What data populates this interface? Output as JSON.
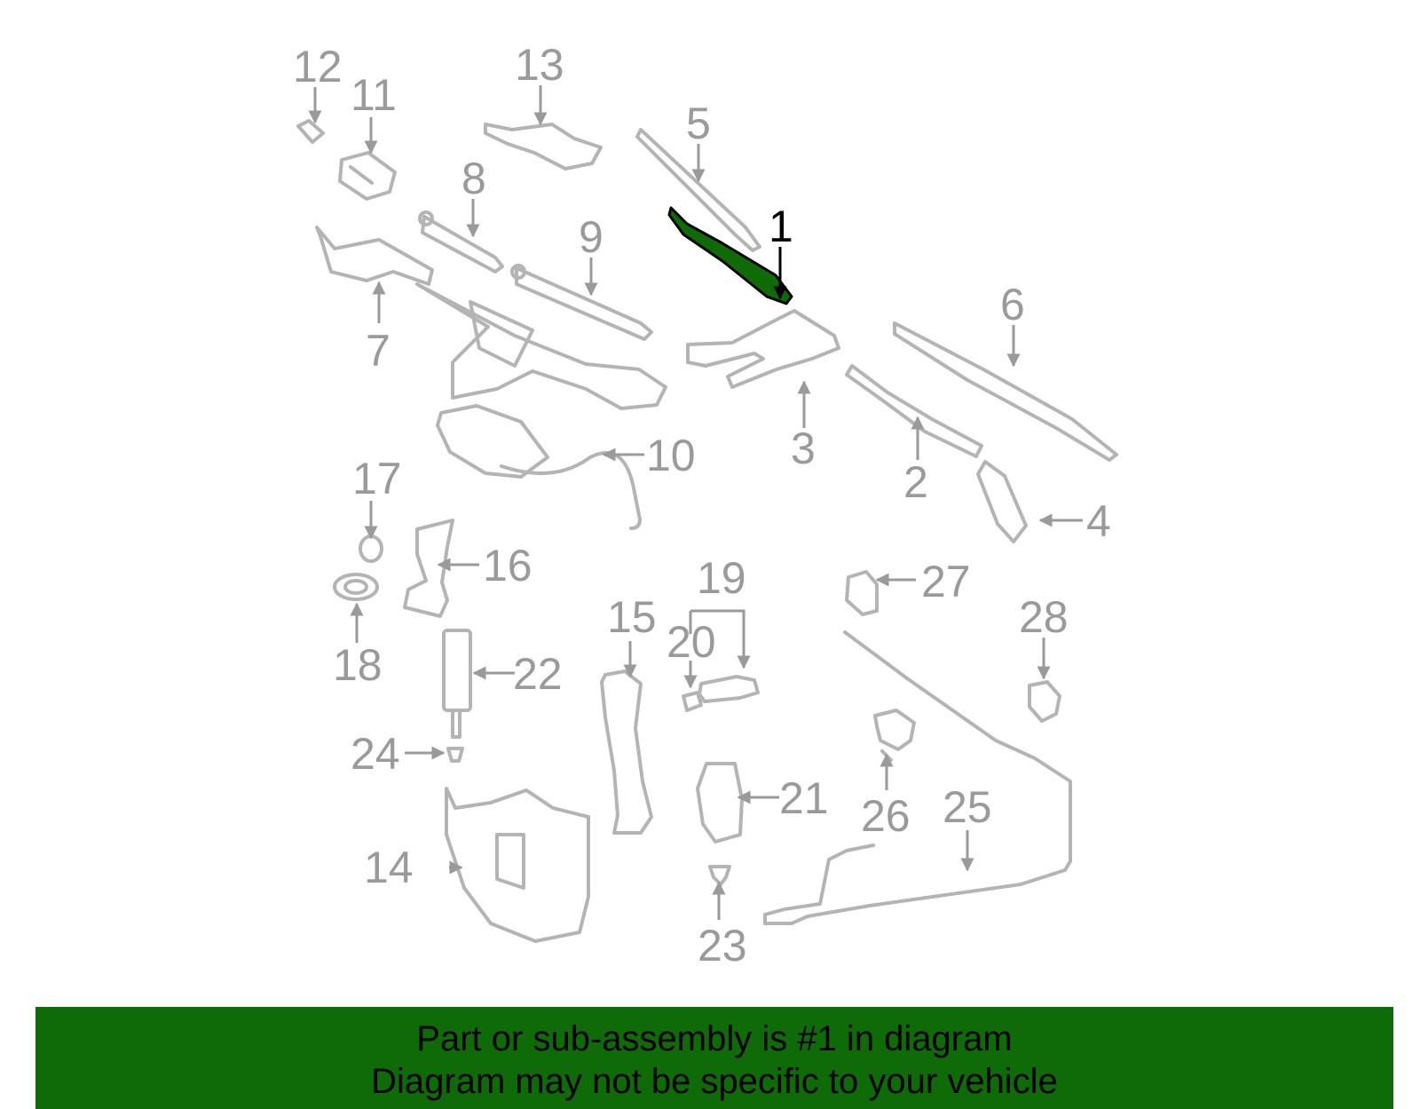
{
  "highlight_color": "#0f6b08",
  "selected_part": "1",
  "callouts": [
    {
      "id": "c1",
      "label": "1"
    },
    {
      "id": "c2",
      "label": "2"
    },
    {
      "id": "c3",
      "label": "3"
    },
    {
      "id": "c4",
      "label": "4"
    },
    {
      "id": "c5",
      "label": "5"
    },
    {
      "id": "c6",
      "label": "6"
    },
    {
      "id": "c7",
      "label": "7"
    },
    {
      "id": "c8",
      "label": "8"
    },
    {
      "id": "c9",
      "label": "9"
    },
    {
      "id": "c10",
      "label": "10"
    },
    {
      "id": "c11",
      "label": "11"
    },
    {
      "id": "c12",
      "label": "12"
    },
    {
      "id": "c13",
      "label": "13"
    },
    {
      "id": "c14",
      "label": "14"
    },
    {
      "id": "c15",
      "label": "15"
    },
    {
      "id": "c16",
      "label": "16"
    },
    {
      "id": "c17",
      "label": "17"
    },
    {
      "id": "c18",
      "label": "18"
    },
    {
      "id": "c19",
      "label": "19"
    },
    {
      "id": "c20",
      "label": "20"
    },
    {
      "id": "c21",
      "label": "21"
    },
    {
      "id": "c22",
      "label": "22"
    },
    {
      "id": "c23",
      "label": "23"
    },
    {
      "id": "c24",
      "label": "24"
    },
    {
      "id": "c25",
      "label": "25"
    },
    {
      "id": "c26",
      "label": "26"
    },
    {
      "id": "c27",
      "label": "27"
    },
    {
      "id": "c28",
      "label": "28"
    }
  ],
  "banner": {
    "line1": "Part or sub-assembly is #1 in diagram",
    "line2": "Diagram may not be specific to your vehicle"
  }
}
